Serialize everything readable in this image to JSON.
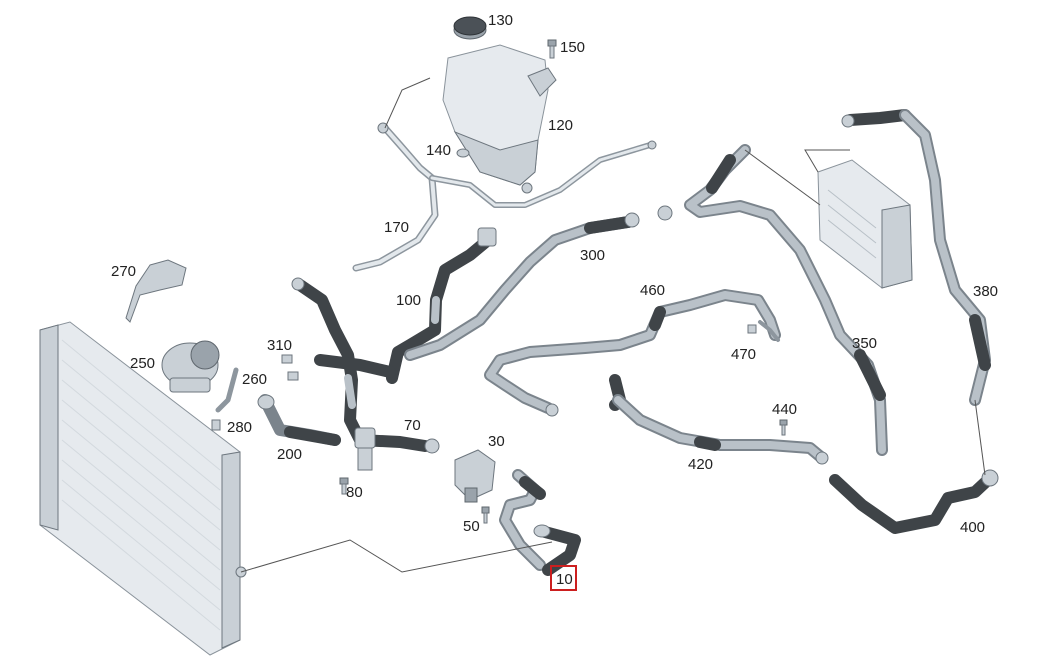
{
  "diagram": {
    "highlight_color": "#cc1f1f",
    "highlighted_part": "10",
    "parts": [
      {
        "id": "p10",
        "label": "10"
      },
      {
        "id": "p30",
        "label": "30"
      },
      {
        "id": "p50",
        "label": "50"
      },
      {
        "id": "p70",
        "label": "70"
      },
      {
        "id": "p80",
        "label": "80"
      },
      {
        "id": "p100",
        "label": "100"
      },
      {
        "id": "p120",
        "label": "120"
      },
      {
        "id": "p130",
        "label": "130"
      },
      {
        "id": "p140",
        "label": "140"
      },
      {
        "id": "p150",
        "label": "150"
      },
      {
        "id": "p170",
        "label": "170"
      },
      {
        "id": "p200",
        "label": "200"
      },
      {
        "id": "p250",
        "label": "250"
      },
      {
        "id": "p260",
        "label": "260"
      },
      {
        "id": "p270",
        "label": "270"
      },
      {
        "id": "p280",
        "label": "280"
      },
      {
        "id": "p300",
        "label": "300"
      },
      {
        "id": "p310",
        "label": "310"
      },
      {
        "id": "p350",
        "label": "350"
      },
      {
        "id": "p380",
        "label": "380"
      },
      {
        "id": "p400",
        "label": "400"
      },
      {
        "id": "p420",
        "label": "420"
      },
      {
        "id": "p440",
        "label": "440"
      },
      {
        "id": "p460",
        "label": "460"
      },
      {
        "id": "p470",
        "label": "470"
      }
    ]
  }
}
